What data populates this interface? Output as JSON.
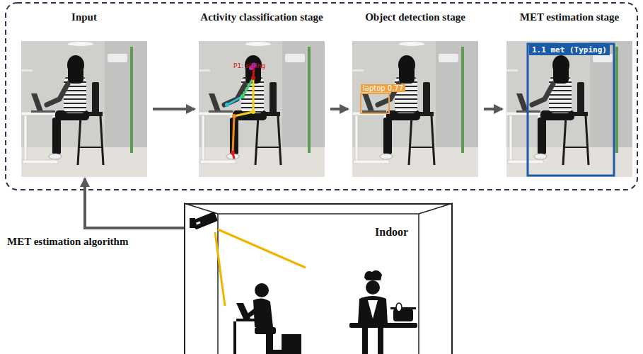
{
  "diagram": {
    "nodes": [
      {
        "text": [
          "Input"
        ]
      },
      {
        "text": [
          "Activity classification stage"
        ]
      },
      {
        "text": [
          "Object detection stage"
        ]
      },
      {
        "text": [
          "MET estimation stage"
        ]
      },
      {
        "text": [
          "Indoor"
        ]
      }
    ],
    "edges": [
      {
        "from": 0,
        "to": 1,
        "arrow": "to"
      },
      {
        "from": 1,
        "to": 2,
        "arrow": "to"
      },
      {
        "from": 2,
        "to": 3,
        "arrow": "to"
      },
      {
        "from": 4,
        "to": 0,
        "label": "MET estimation algorithm",
        "arrow": "to"
      }
    ],
    "labels": [
      "P1: sitting",
      "laptop 0.77",
      "1.1 met (Typing)"
    ]
  }
}
